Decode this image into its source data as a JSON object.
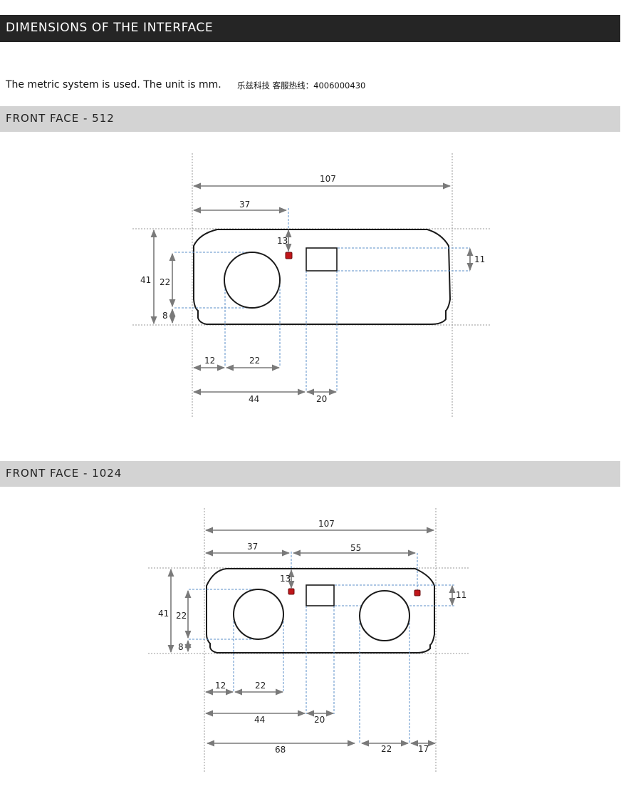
{
  "header": {
    "title": "DIMENSIONS OF THE INTERFACE"
  },
  "intro": {
    "text": "The metric system is used. The unit is mm.",
    "hotline": "乐兹科技 客服热线：4006000430"
  },
  "sections": [
    {
      "title": "FRONT FACE - 512",
      "dims": {
        "width": "107",
        "lens_offset": "37",
        "led_offset": "13",
        "window_height": "11",
        "height": "41",
        "lens_diameter_v": "22",
        "lens_bottom": "8",
        "lens_left": "12",
        "lens_diameter_h": "22",
        "window_left": "44",
        "window_width": "20"
      }
    },
    {
      "title": "FRONT FACE - 1024",
      "dims": {
        "width": "107",
        "lens_offset": "37",
        "lens_spacing": "55",
        "led_offset": "13",
        "window_height": "11",
        "height": "41",
        "lens_diameter_v": "22",
        "lens_bottom": "8",
        "lens_left": "12",
        "lens_diameter_h": "22",
        "window_left": "44",
        "window_width": "20",
        "lens2_left": "68",
        "lens2_diameter": "22",
        "lens2_right": "17"
      }
    }
  ],
  "colors": {
    "title_bar": "#252525",
    "section_bar": "#d3d3d3",
    "led": "#c0161a",
    "guide": "#5b8fc8",
    "arrow": "#7a7a7a"
  }
}
